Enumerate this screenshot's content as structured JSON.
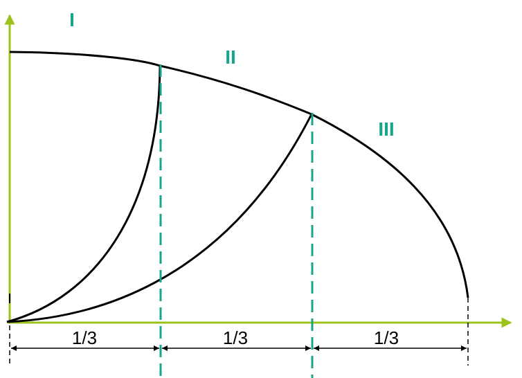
{
  "colors": {
    "axis": "#9dc31b",
    "divider": "#17a58a",
    "curve": "#000000",
    "label": "#17a58a",
    "background": "#ffffff"
  },
  "regions": [
    {
      "label": "I"
    },
    {
      "label": "II"
    },
    {
      "label": "III"
    }
  ],
  "segments": [
    {
      "label": "1/3"
    },
    {
      "label": "1/3"
    },
    {
      "label": "1/3"
    }
  ]
}
